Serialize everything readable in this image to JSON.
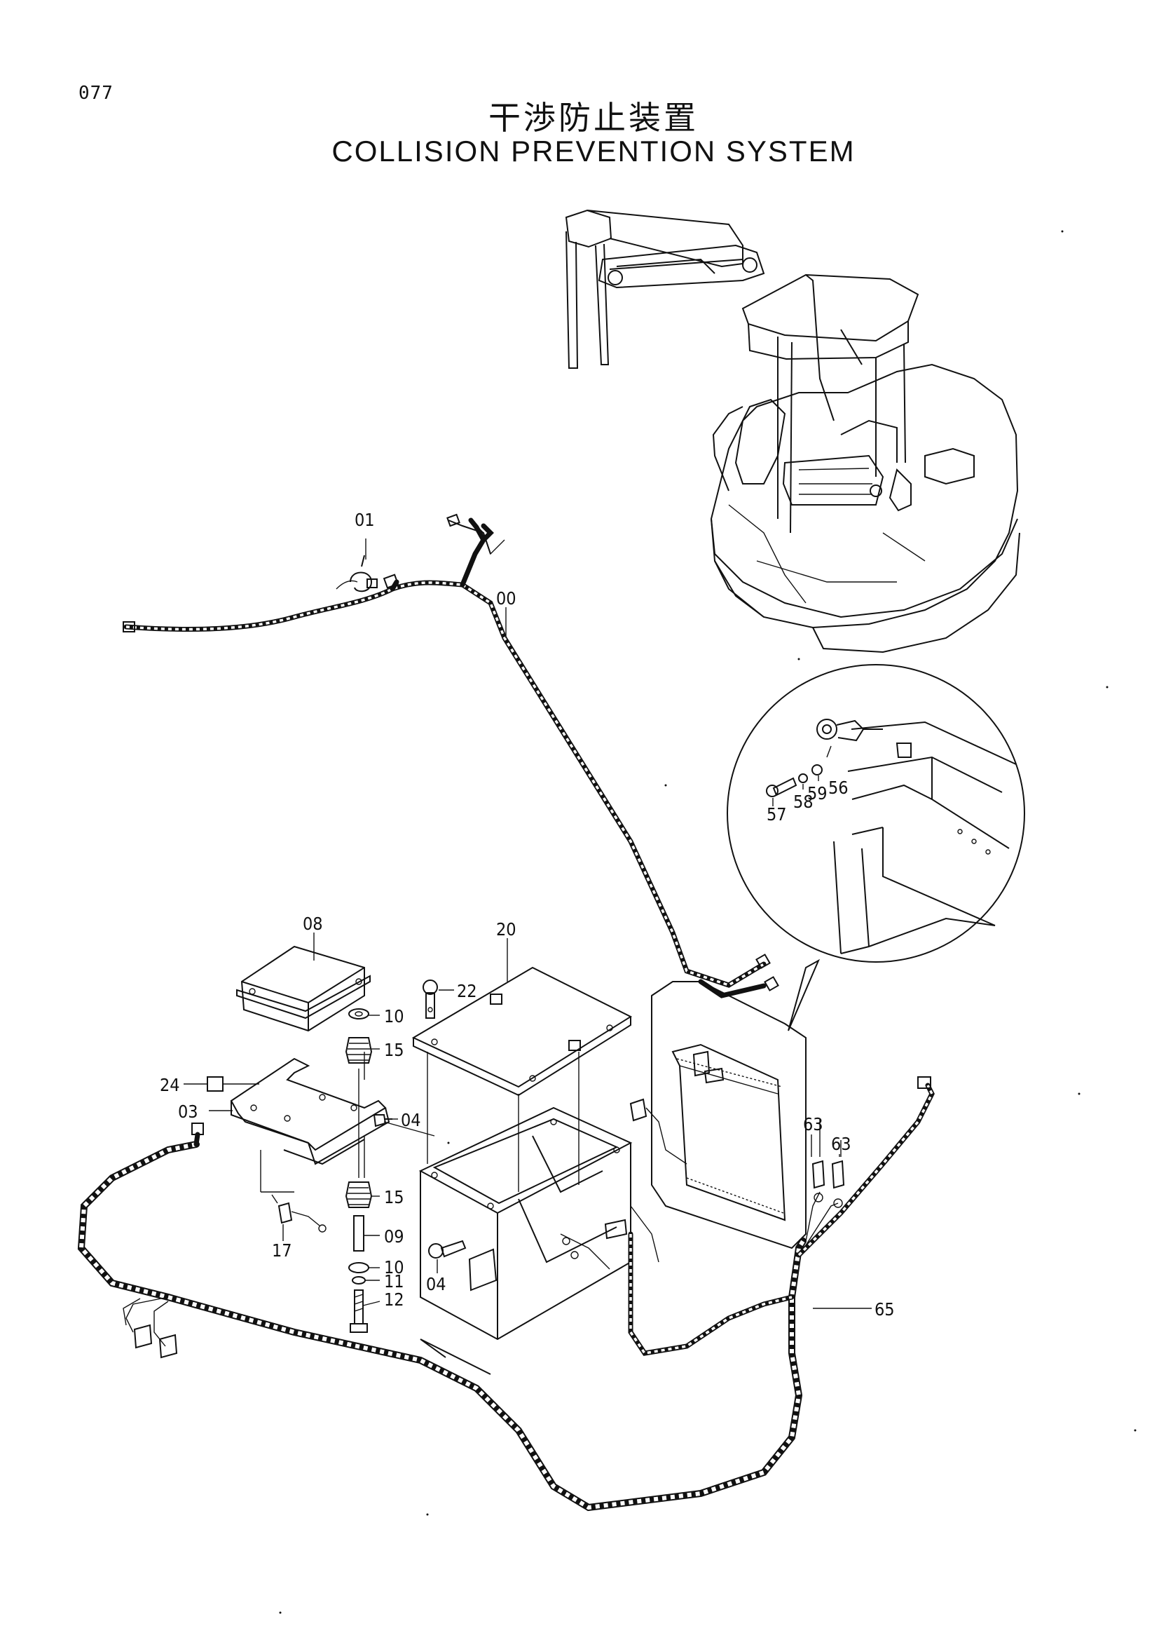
{
  "page": {
    "number": "077",
    "title_jp": "干渉防止装置",
    "title_en": "COLLISION PREVENTION SYSTEM"
  },
  "callouts": {
    "p00": "00",
    "p01": "01",
    "p03": "03",
    "p04a": "04",
    "p04b": "04",
    "p08": "08",
    "p09": "09",
    "p10a": "10",
    "p10b": "10",
    "p11": "11",
    "p12": "12",
    "p15a": "15",
    "p15b": "15",
    "p17": "17",
    "p20": "20",
    "p22": "22",
    "p24": "24",
    "p56": "56",
    "p57": "57",
    "p58": "58",
    "p59": "59",
    "p63a": "63",
    "p63b": "63",
    "p65": "65"
  }
}
